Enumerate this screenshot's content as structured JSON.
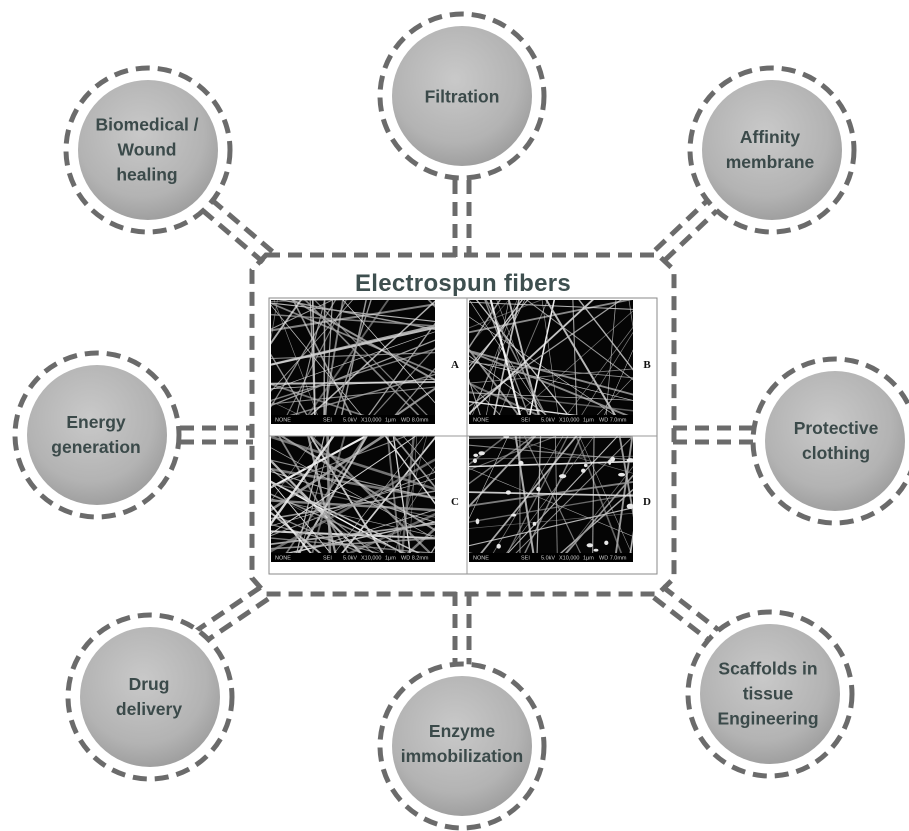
{
  "title": "Electrospun fibers",
  "applications": [
    {
      "id": "filtration",
      "label": "Filtration"
    },
    {
      "id": "biomedical",
      "label": "Biomedical /\nWound\nhealing"
    },
    {
      "id": "affinity",
      "label": "Affinity\nmembrane"
    },
    {
      "id": "energy",
      "label": "Energy\ngeneration"
    },
    {
      "id": "protective",
      "label": "Protective\nclothing"
    },
    {
      "id": "drug",
      "label": "Drug\ndelivery"
    },
    {
      "id": "enzyme",
      "label": "Enzyme\nimmobilization"
    },
    {
      "id": "scaffolds",
      "label": "Scaffolds in\ntissue\nEngineering"
    }
  ],
  "sem_panels": [
    {
      "letter": "A",
      "info": [
        "NONE",
        "SEI",
        "5.0kV",
        "X10,000",
        "1µm",
        "WD 8.0mm"
      ]
    },
    {
      "letter": "B",
      "info": [
        "NONE",
        "SEI",
        "5.0kV",
        "X10,000",
        "1µm",
        "WD 7.0mm"
      ]
    },
    {
      "letter": "C",
      "info": [
        "NONE",
        "SEI",
        "5.0kV",
        "X10,000",
        "1µm",
        "WD 8.2mm"
      ]
    },
    {
      "letter": "D",
      "info": [
        "NONE",
        "SEI",
        "5.0kV",
        "X10,000",
        "1µm",
        "WD 7.0mm"
      ]
    }
  ],
  "colors": {
    "circle_fill": "#b4b4b4",
    "dash": "#6b6b6b",
    "text": "#3b4a4a"
  }
}
